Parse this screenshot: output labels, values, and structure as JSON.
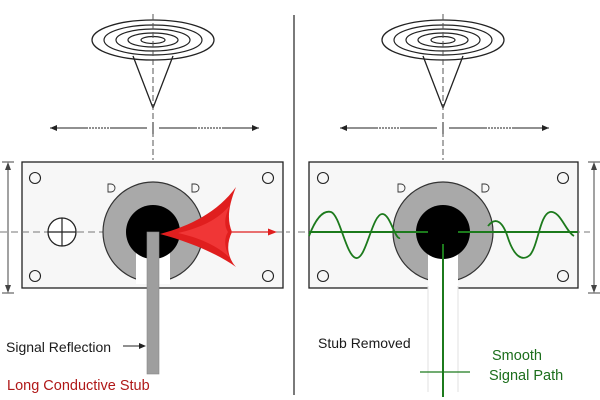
{
  "left_panel": {
    "reflection_label": "Signal Reflection",
    "stub_label": "Long Conductive Stub"
  },
  "right_panel": {
    "stub_removed_label": "Stub Removed",
    "smooth_label_line1": "Smooth",
    "smooth_label_line2": "Signal Path"
  },
  "colors": {
    "reflection_red": "#e01e1e",
    "label_red": "#b01818",
    "signal_green": "#1c7a1c",
    "stub_gray": "#9e9e9e",
    "annulus_gray": "#a9a9a9",
    "via_black": "#000000"
  }
}
